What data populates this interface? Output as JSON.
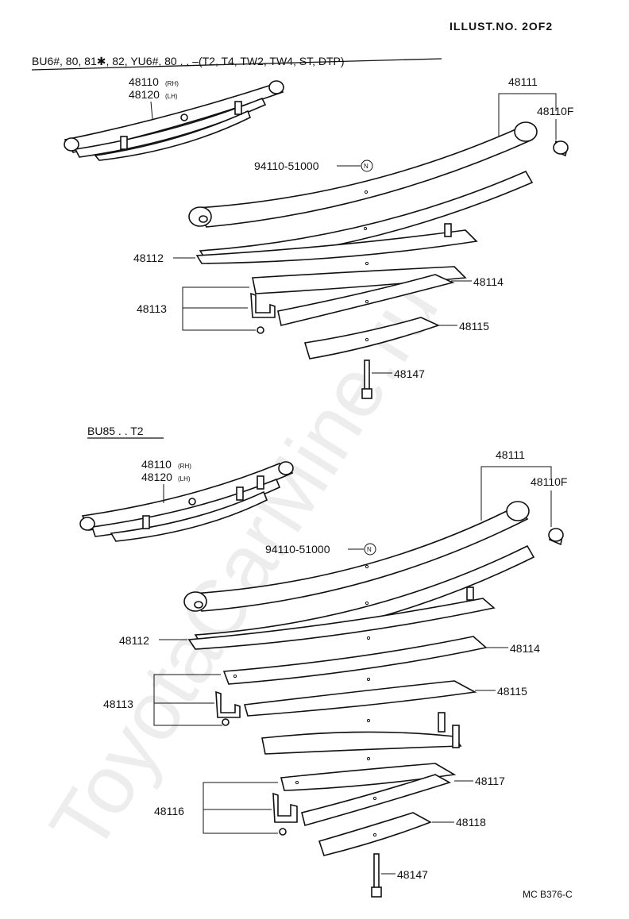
{
  "header": {
    "illust_no": "ILLUST.NO. 2OF2"
  },
  "watermark": "ToyotaCarMine.ru",
  "footer_code": "MC B376-C",
  "section_top": {
    "applicability": "BU6#, 80, 81✱, 82, YU6#, 80 . .   –(T2, T4, TW2, TW4, ST, DTP)",
    "assembly_rh": "48110",
    "assembly_rh_side": "(RH)",
    "assembly_lh": "48120",
    "assembly_lh_side": "(LH)",
    "p48111": "48111",
    "p48110f": "48110F",
    "bolt_no": "94110-51000",
    "n_mark": "N",
    "p48112": "48112",
    "p48113": "48113",
    "p48114": "48114",
    "p48115": "48115",
    "p48147": "48147"
  },
  "section_bottom": {
    "applicability": "BU85 . . T2",
    "assembly_rh": "48110",
    "assembly_rh_side": "(RH)",
    "assembly_lh": "48120",
    "assembly_lh_side": "(LH)",
    "p48111": "48111",
    "p48110f": "48110F",
    "bolt_no": "94110-51000",
    "n_mark": "N",
    "p48112": "48112",
    "p48113": "48113",
    "p48114": "48114",
    "p48115": "48115",
    "p48116": "48116",
    "p48117": "48117",
    "p48118": "48118",
    "p48147": "48147"
  }
}
